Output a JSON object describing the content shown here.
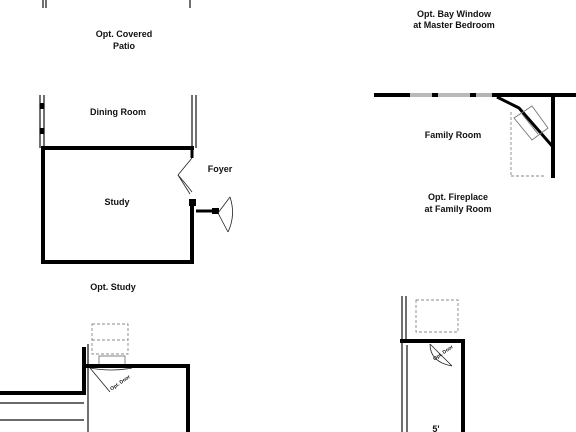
{
  "labels": {
    "covered_patio_line1": "Opt. Covered",
    "covered_patio_line2": "Patio",
    "bay_window_line1": "Opt. Bay Window",
    "bay_window_line2": "at Master Bedroom",
    "dining_room": "Dining Room",
    "family_room": "Family Room",
    "foyer": "Foyer",
    "study": "Study",
    "fireplace_line1": "Opt. Fireplace",
    "fireplace_line2": "at Family Room",
    "opt_study": "Opt. Study",
    "opt_door_left": "Opt. Door",
    "opt_door_right": "Opt. Door",
    "dimension_5ft": "5'"
  }
}
